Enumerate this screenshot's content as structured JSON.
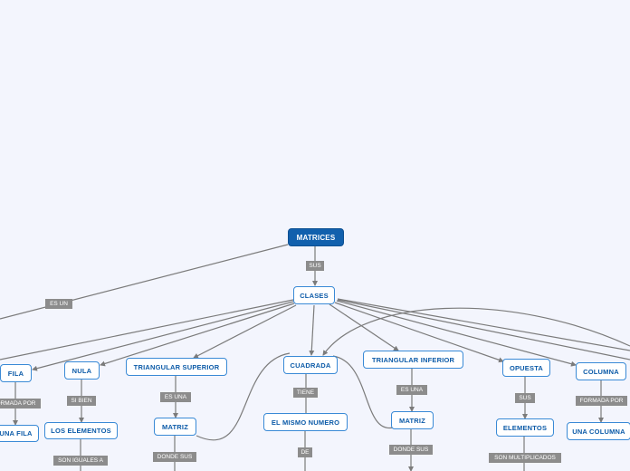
{
  "colors": {
    "background": "#f3f5fd",
    "root_fill": "#1160ad",
    "node_border": "#3a8ad6",
    "node_text": "#0c5ba8",
    "tag_fill": "#8c8c8c",
    "connector": "#7b7b7b"
  },
  "root": "MATRICES",
  "labels": {
    "sus": "SUS",
    "es_un": "ES UN",
    "formada_por_left": "FORMADA POR",
    "si_bien": "SI BIEN",
    "son_iguales_a": "SON IGUALES A",
    "es_una_sup": "ES UNA",
    "donde_sus_sup": "DONDE SUS",
    "tiene": "TIENE",
    "de": "DE",
    "es_una_inf": "ES UNA",
    "donde_sus_inf": "DONDE SUS",
    "sus_opuesta": "SUS",
    "son_multiplicados": "SON MULTIPLICADOS",
    "formada_por_right": "FORMADA POR"
  },
  "nodes": {
    "clases": "CLASES",
    "fila": "FILA",
    "una_fila": "UNA FILA",
    "nula": "NULA",
    "los_elementos": "LOS ELEMENTOS",
    "triangular_superior": "TRIANGULAR SUPERIOR",
    "matriz_sup": "MATRIZ",
    "cuadrada": "CUADRADA",
    "el_mismo_numero": "EL MISMO NUMERO",
    "triangular_inferior": "TRIANGULAR INFERIOR",
    "matriz_inf": "MATRIZ",
    "opuesta": "OPUESTA",
    "elementos": "ELEMENTOS",
    "columna": "COLUMNA",
    "una_columna": "UNA COLUMNA"
  }
}
